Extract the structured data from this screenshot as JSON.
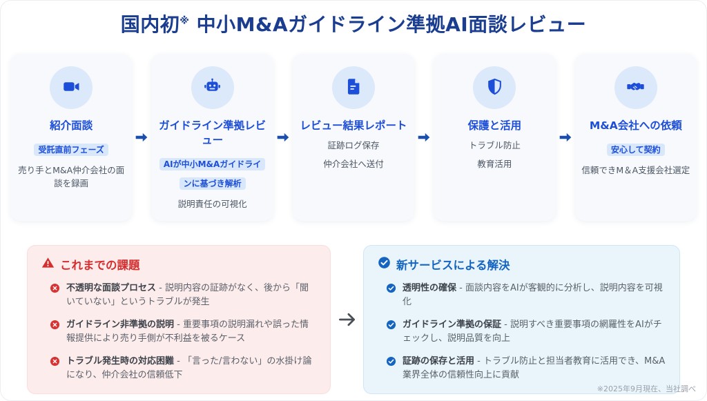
{
  "title": {
    "prefix": "国内初",
    "note_mark": "※",
    "rest": " 中小M&Aガイドライン準拠AI面談レビュー"
  },
  "steps": [
    {
      "icon": "video-camera-icon",
      "title": "紹介面談",
      "badge": "受託直前フェーズ",
      "lines": [
        "売り手とM&A仲介会社の面談を録画"
      ]
    },
    {
      "icon": "robot-icon",
      "title": "ガイドライン準拠レビュー",
      "badge": "AIが中小M&Aガイドラインに基づき解析",
      "lines": [
        "説明責任の可視化"
      ]
    },
    {
      "icon": "report-document-icon",
      "title": "レビュー結果レポート",
      "lines": [
        "証跡ログ保存",
        "仲介会社へ送付"
      ]
    },
    {
      "icon": "shield-icon",
      "title": "保護と活用",
      "lines": [
        "トラブル防止",
        "教育活用"
      ]
    },
    {
      "icon": "handshake-icon",
      "title": "M&A会社への依頼",
      "badge": "安心して契約",
      "lines": [
        "信頼できM＆A支援会社選定"
      ]
    }
  ],
  "problems": {
    "header": "これまでの課題",
    "header_icon": "warning-triangle-icon",
    "bullet_icon": "x-circle-icon",
    "items": [
      {
        "lead": "不透明な面談プロセス",
        "desc": " - 説明内容の証跡がなく、後から「聞いていない」というトラブルが発生"
      },
      {
        "lead": "ガイドライン非準拠の説明",
        "desc": " - 重要事項の説明漏れや誤った情報提供により売り手側が不利益を被るケース"
      },
      {
        "lead": "トラブル発生時の対応困難",
        "desc": " - 「言った/言わない」の水掛け論になり、仲介会社の信頼低下"
      }
    ]
  },
  "solutions": {
    "header": "新サービスによる解決",
    "header_icon": "check-circle-icon",
    "bullet_icon": "check-circle-icon",
    "items": [
      {
        "lead": "透明性の確保",
        "desc": " - 面談内容をAIが客観的に分析し、説明内容を可視化"
      },
      {
        "lead": "ガイドライン準拠の保証",
        "desc": " - 説明すべき重要事項の網羅性をAIがチェックし、説明品質を向上"
      },
      {
        "lead": "証跡の保存と活用",
        "desc": " - トラブル防止と担当者教育に活用でき、M&A業界全体の信頼性向上に貢献"
      }
    ]
  },
  "footnote": "※2025年9月現在、当社調べ",
  "colors": {
    "title_blue": "#1b3d8f",
    "accent_blue": "#1d4ed8",
    "badge_bg": "#d8e8fa",
    "icon_circle_bg": "#dce9fa",
    "card_bg": "#f7f9fc",
    "problem_red": "#d32f2f",
    "problem_bg": "#fdecec",
    "solution_blue": "#1565c0",
    "solution_bg": "#e9f5fb",
    "arrow_blue": "#1b4fae",
    "arrow_gray": "#4a4f55"
  }
}
